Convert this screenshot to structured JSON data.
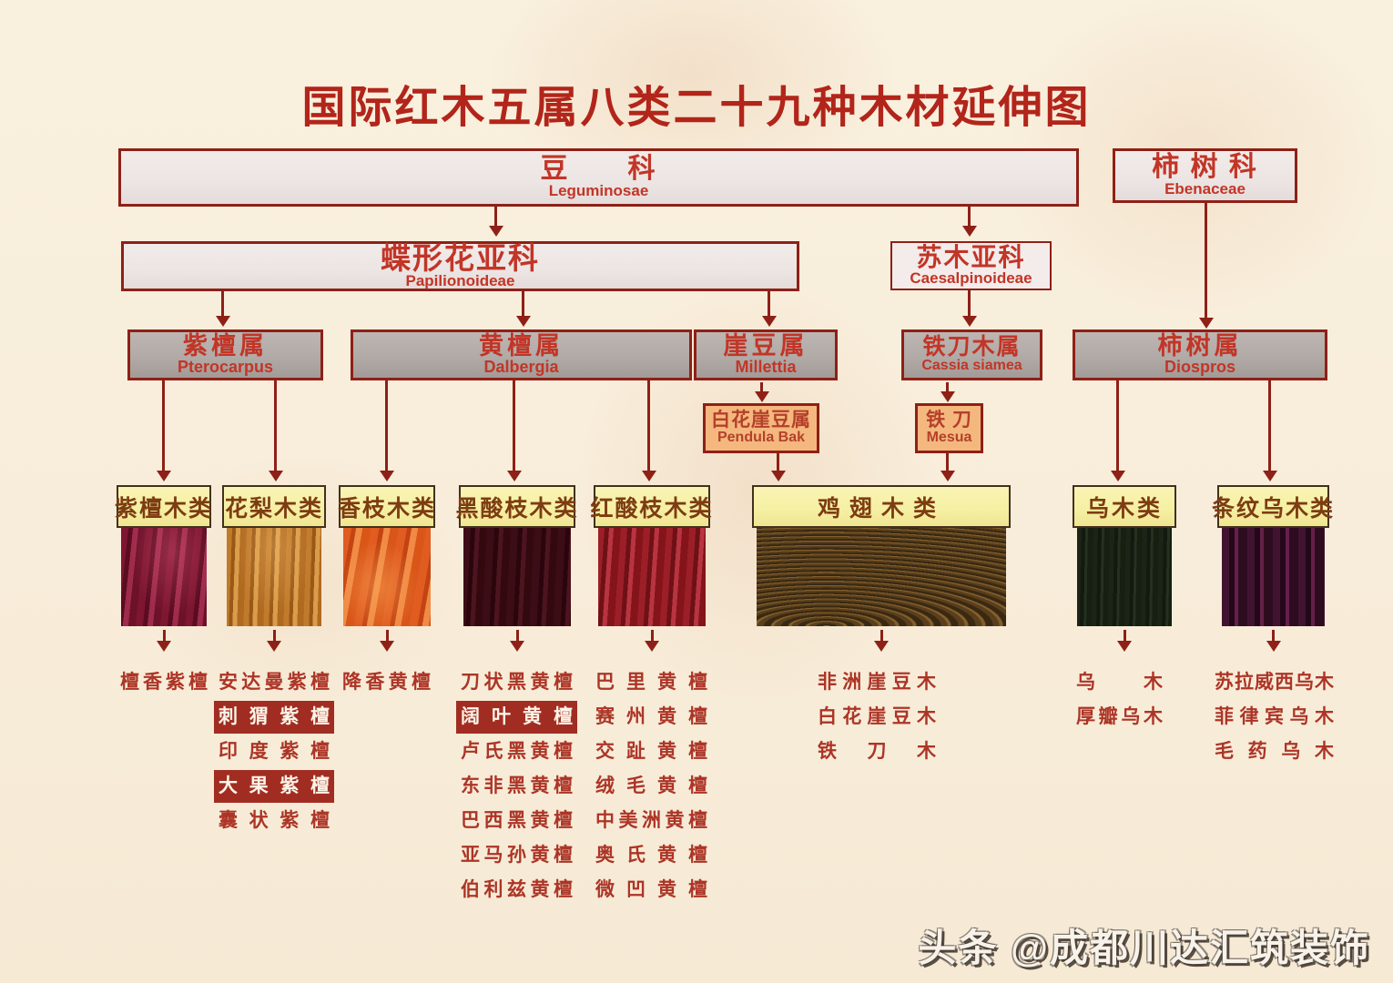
{
  "title": "国际红木五属八类二十九种木材延伸图",
  "watermark": "头条 @成都川达汇筑装饰",
  "colors": {
    "background": "#f8eedb",
    "title_red": "#b2251a",
    "line_red": "#8e2017",
    "box_text_red": "#c23527",
    "family_box_bg": "#ece5e3",
    "subfamily2_bg": "#f3ecea",
    "genus_box_bg": "#b1aaa6",
    "orange_box_bg": "#f4b87f",
    "orange_box_text": "#b5402a",
    "category_bg": "#f6f0a4",
    "category_border": "#43301c",
    "category_text": "#7d3c12",
    "list_text": "#ac3527",
    "highlight_bg": "#a12d22",
    "highlight_text": "#fbf4e7",
    "watermark_text": "#f7f2ea"
  },
  "tree": {
    "families": [
      {
        "cn": "豆　　科",
        "latin": "Leguminosae"
      },
      {
        "cn": "柿 树 科",
        "latin": "Ebenaceae"
      }
    ],
    "subfamilies": [
      {
        "cn": "蝶形花亚科",
        "latin": "Papilionoideae"
      },
      {
        "cn": "苏木亚科",
        "latin": "Caesalpinoideae"
      }
    ],
    "genera": [
      {
        "cn": "紫檀属",
        "latin": "Pterocarpus"
      },
      {
        "cn": "黄檀属",
        "latin": "Dalbergia"
      },
      {
        "cn": "崖豆属",
        "latin": "Millettia"
      },
      {
        "cn": "铁刀木属",
        "latin": "Cassia siamea"
      },
      {
        "cn": "柿树属",
        "latin": "Diospros"
      }
    ],
    "intermediates": [
      {
        "cn": "白花崖豆属",
        "latin": "Pendula Bak"
      },
      {
        "cn": "铁 刀",
        "latin": "Mesua"
      }
    ],
    "categories": [
      {
        "label": "紫檀木类",
        "woods": [
          {
            "name": "檀香紫檀",
            "hl": false
          }
        ]
      },
      {
        "label": "花梨木类",
        "woods": [
          {
            "name": "安达曼紫檀",
            "hl": false
          },
          {
            "name": "刺猬紫檀",
            "hl": true
          },
          {
            "name": "印度紫檀",
            "hl": false
          },
          {
            "name": "大果紫檀",
            "hl": true
          },
          {
            "name": "囊状紫檀",
            "hl": false
          }
        ]
      },
      {
        "label": "香枝木类",
        "woods": [
          {
            "name": "降香黄檀",
            "hl": false
          }
        ]
      },
      {
        "label": "黑酸枝木类",
        "woods": [
          {
            "name": "刀状黑黄檀",
            "hl": false
          },
          {
            "name": "阔叶黄檀",
            "hl": true
          },
          {
            "name": "卢氏黑黄檀",
            "hl": false
          },
          {
            "name": "东非黑黄檀",
            "hl": false
          },
          {
            "name": "巴西黑黄檀",
            "hl": false
          },
          {
            "name": "亚马孙黄檀",
            "hl": false
          },
          {
            "name": "伯利兹黄檀",
            "hl": false
          }
        ]
      },
      {
        "label": "红酸枝木类",
        "woods": [
          {
            "name": "巴里黄檀",
            "hl": false
          },
          {
            "name": "赛州黄檀",
            "hl": false
          },
          {
            "name": "交趾黄檀",
            "hl": false
          },
          {
            "name": "绒毛黄檀",
            "hl": false
          },
          {
            "name": "中美洲黄檀",
            "hl": false
          },
          {
            "name": "奥氏黄檀",
            "hl": false
          },
          {
            "name": "微凹黄檀",
            "hl": false
          }
        ]
      },
      {
        "label": "鸡翅木类",
        "woods": [
          {
            "name": "非洲崖豆木",
            "hl": false
          },
          {
            "name": "白花崖豆木",
            "hl": false
          },
          {
            "name": "铁刀木",
            "hl": false
          }
        ]
      },
      {
        "label": "乌木类",
        "woods": [
          {
            "name": "乌木",
            "hl": false
          },
          {
            "name": "厚瓣乌木",
            "hl": false
          }
        ]
      },
      {
        "label": "条纹乌木类",
        "woods": [
          {
            "name": "苏拉威西乌木",
            "hl": false
          },
          {
            "name": "菲律宾乌木",
            "hl": false
          },
          {
            "name": "毛药乌木",
            "hl": false
          }
        ]
      }
    ]
  }
}
